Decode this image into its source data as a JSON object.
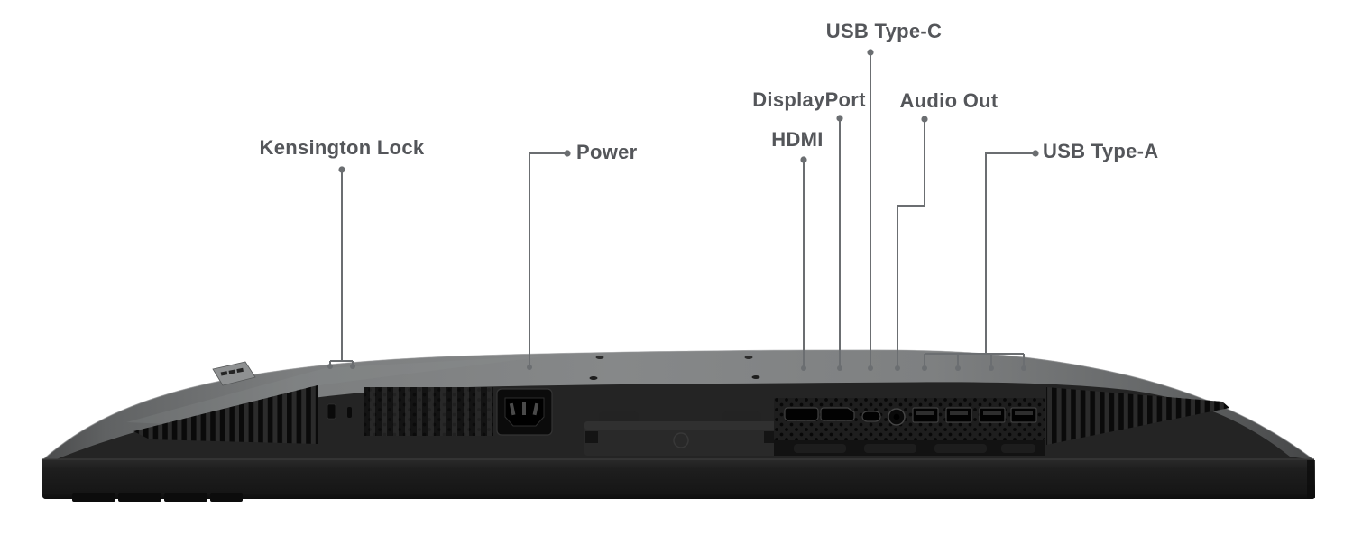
{
  "diagram": {
    "title": "Monitor bottom ports callout diagram",
    "labels": {
      "kensington": "Kensington Lock",
      "power": "Power",
      "hdmi": "HDMI",
      "displayport": "DisplayPort",
      "usb_c": "USB Type-C",
      "audio_out": "Audio Out",
      "usb_a": "USB Type-A"
    },
    "ports": [
      {
        "name": "Kensington Lock"
      },
      {
        "name": "Power"
      },
      {
        "name": "HDMI"
      },
      {
        "name": "DisplayPort"
      },
      {
        "name": "USB Type-C"
      },
      {
        "name": "Audio Out"
      },
      {
        "name": "USB Type-A",
        "count": 4
      }
    ],
    "colors": {
      "background": "#FFFFFF",
      "label_text": "#54565A",
      "leader_line": "#6B6E71",
      "body_top_gray": "#7F8182",
      "body_dark": "#242424",
      "bezel_dark": "#1B1B1B"
    }
  }
}
